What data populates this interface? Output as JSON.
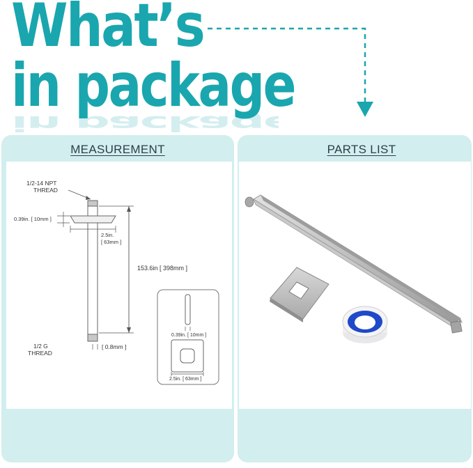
{
  "header": {
    "line1": "What’s",
    "line2": "in package"
  },
  "measurement": {
    "title": "MEASUREMENT",
    "top_thread_line1": "1/2-14 NPT",
    "top_thread_line2": "THREAD",
    "flange_thickness": "0.39in. [ 10mm ]",
    "flange_width_line1": "2.5in.",
    "flange_width_line2": "[ 63mm ]",
    "length": "153.6in [ 398mm ]",
    "bottom_thread_line1": "1/2 G",
    "bottom_thread_line2": "THREAD",
    "wall_thickness": "[ 0.8mm ]",
    "detail_thickness": "0.39in. [ 10mm ]",
    "detail_width": "2.5in. [ 63mm ]"
  },
  "parts": {
    "title": "PARTS LIST"
  },
  "colors": {
    "accent": "#1aa6ae",
    "panel": "#d2eeee",
    "metal": "#b9b9b9"
  }
}
